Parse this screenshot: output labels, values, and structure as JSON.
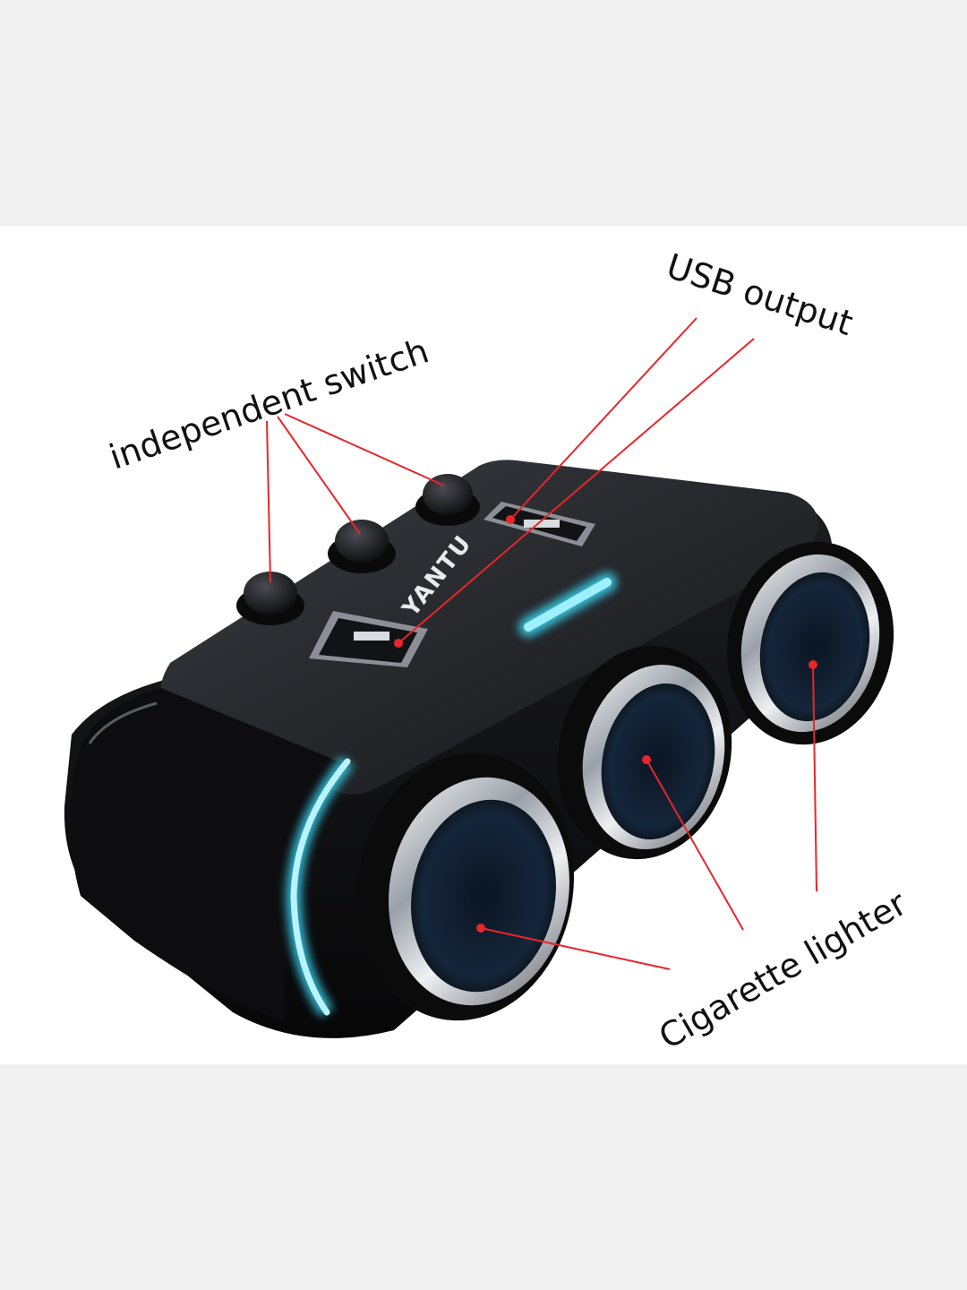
{
  "labels": {
    "switch": "independent switch",
    "usb": "USB output",
    "lighter": "Cigarette lighter",
    "brand": "YANTU"
  },
  "colors": {
    "leader": "#e8262b",
    "body": "#1c1d20",
    "led": "#3ad7f4",
    "chrome": "#d8dbe0",
    "band": "#f0f0f0",
    "panel": "#ffffff"
  }
}
